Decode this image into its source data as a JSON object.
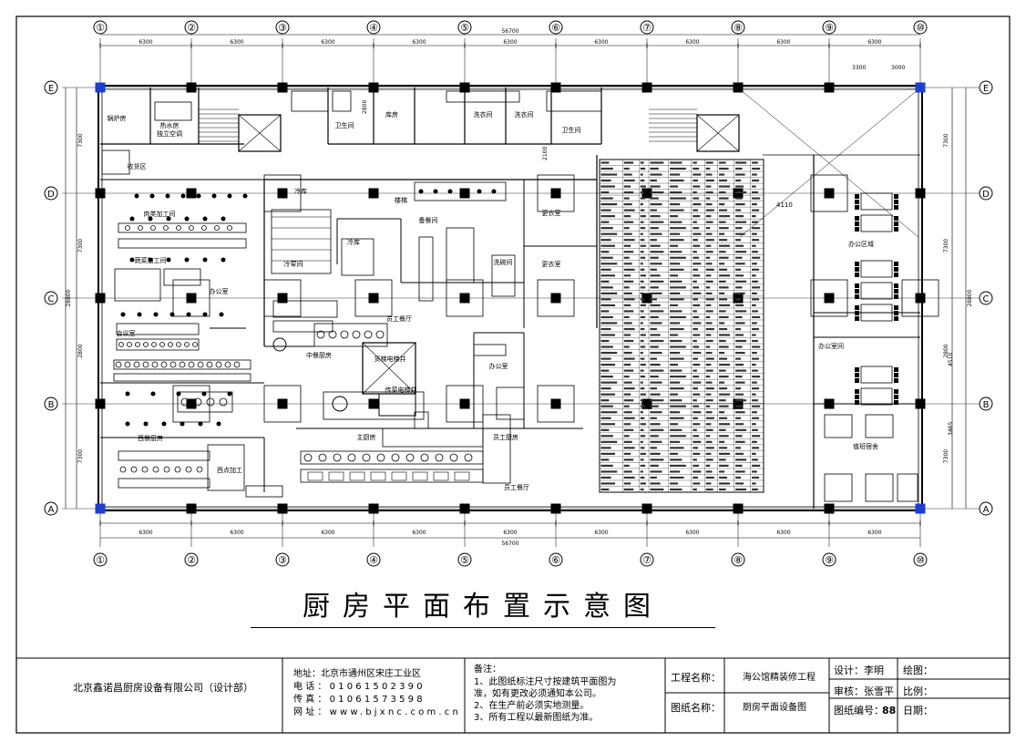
{
  "drawing": {
    "title": "厨房平面布置示意图",
    "grid_columns": [
      "①",
      "②",
      "③",
      "④",
      "⑤",
      "⑥",
      "⑦",
      "⑧",
      "⑨",
      "⑩"
    ],
    "grid_rows": [
      "A",
      "B",
      "C",
      "D",
      "E"
    ],
    "column_spans_mm": [
      "6300",
      "6300",
      "6300",
      "6300",
      "6300",
      "6300",
      "6300",
      "6300",
      "6300"
    ],
    "total_width_mm": "56700",
    "row_spans_mm": [
      "7300",
      "7300",
      "2800",
      "7300"
    ],
    "total_height_mm": "28800",
    "extra_dims": [
      "3300",
      "3000",
      "4110",
      "2100",
      "4510",
      "3465",
      "2800"
    ],
    "rooms": [
      {
        "id": "boiler",
        "label": "锅炉房"
      },
      {
        "id": "tower",
        "label": "热水房\n独立空调"
      },
      {
        "id": "toilet1",
        "label": "卫生间"
      },
      {
        "id": "warehouse",
        "label": "库房"
      },
      {
        "id": "wash1",
        "label": "洗衣间"
      },
      {
        "id": "wash2",
        "label": "洗衣间"
      },
      {
        "id": "toilet2",
        "label": "卫生间"
      },
      {
        "id": "receive",
        "label": "收货区"
      },
      {
        "id": "meat",
        "label": "肉类加工间"
      },
      {
        "id": "cold",
        "label": "冷库"
      },
      {
        "id": "veg",
        "label": "蔬菜加工间"
      },
      {
        "id": "coldprep",
        "label": "冷荤间"
      },
      {
        "id": "office1",
        "label": "办公室"
      },
      {
        "id": "coldstore",
        "label": "冷库"
      },
      {
        "id": "prep",
        "label": "备餐间"
      },
      {
        "id": "change1",
        "label": "更衣室"
      },
      {
        "id": "change2",
        "label": "更衣室"
      },
      {
        "id": "dish",
        "label": "洗碗间"
      },
      {
        "id": "staff",
        "label": "员工餐厅"
      },
      {
        "id": "mainkitchen",
        "label": "中餐厨房"
      },
      {
        "id": "lift",
        "label": "货梯电梯井"
      },
      {
        "id": "foodlift",
        "label": "传菜电梯井"
      },
      {
        "id": "office2",
        "label": "办公室"
      },
      {
        "id": "main",
        "label": "主厨房"
      },
      {
        "id": "western",
        "label": "西餐厨房"
      },
      {
        "id": "bakery",
        "label": "西点加工"
      },
      {
        "id": "staffcanteen",
        "label": "员工厨房"
      },
      {
        "id": "staffkitchen",
        "label": "员工餐厅"
      },
      {
        "id": "offices",
        "label": "办公区域"
      },
      {
        "id": "officeroom",
        "label": "办公室间"
      },
      {
        "id": "dorm",
        "label": "值班宿舍"
      },
      {
        "id": "stair",
        "label": "楼梯"
      },
      {
        "id": "meeting",
        "label": "会议室"
      }
    ]
  },
  "titleblock": {
    "company": "北京鑫诺昌厨房设备有限公司（设计部）",
    "address": "地址：北京市通州区宋庄工业区",
    "phone": "电话：01061502390",
    "fax": "传真：01061573598",
    "website": "网址：www.bjxnc.com.cn",
    "notes_title": "备注：",
    "note1": "1、此图纸标注尺寸按建筑平面图为",
    "note1b": "准，如有更改必须通知本公司。",
    "note2": "2、在生产前必须实地测量。",
    "note3": "3、所有工程以最新图纸为准。",
    "project_label": "工程名称：",
    "project_value": "海公馆精装修工程",
    "drawing_label": "图纸名称：",
    "drawing_value": "厨房平面设备图",
    "design": "设计：李明",
    "draw": "绘图：",
    "review": "审核：张雪平",
    "scale": "比例：",
    "number_label": "图纸编号：",
    "number_value": "88",
    "date": "日期："
  }
}
